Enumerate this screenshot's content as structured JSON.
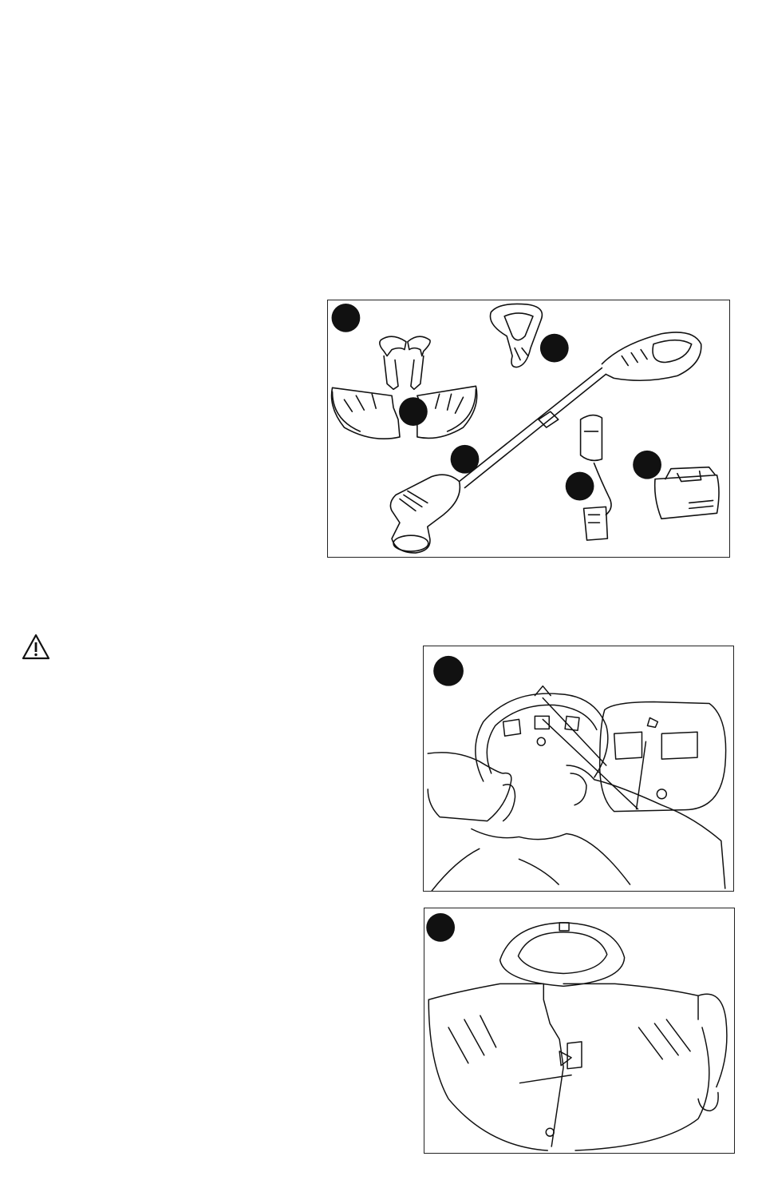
{
  "page": {
    "background": "#ffffff",
    "line_color": "#222222"
  },
  "icons": {
    "warning": "warning-triangle-icon"
  },
  "figures": [
    {
      "id": "parts-overview",
      "callout_count": 6
    },
    {
      "id": "guard-assembly-hands",
      "callout_count": 1
    },
    {
      "id": "guard-latch-closeup",
      "callout_count": 1
    }
  ]
}
